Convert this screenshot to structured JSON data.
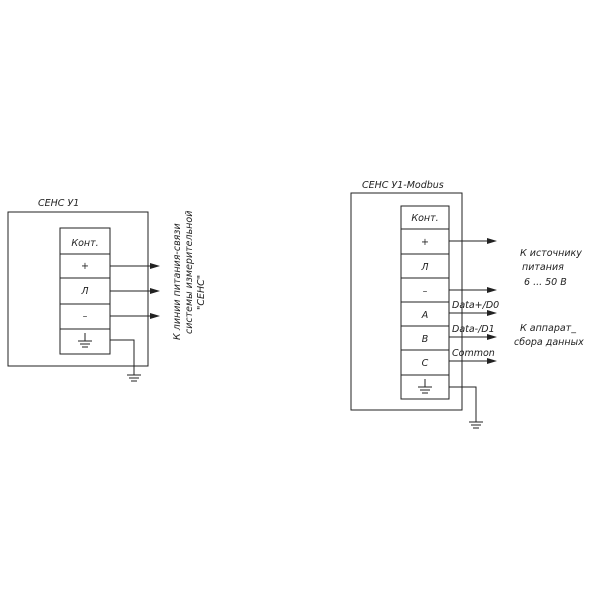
{
  "left_block": {
    "title": "СЕНС У1",
    "header": "Конт.",
    "terminals": [
      "+",
      "Л",
      "–"
    ],
    "annotation": [
      "К линии питания-связи",
      "системы измерительной",
      "\"СЕНС\""
    ]
  },
  "right_block": {
    "title": "СЕНС У1-Modbus",
    "header": "Конт.",
    "terminals": [
      "+",
      "Л",
      "–",
      "A",
      "B",
      "C"
    ],
    "signals": [
      "Data+/D0",
      "Data-/D1",
      "Common"
    ],
    "power_annotation": [
      "К источнику",
      "питания",
      "6 ... 50 В"
    ],
    "data_annotation": [
      "К аппарат_",
      "сбора данных"
    ]
  }
}
